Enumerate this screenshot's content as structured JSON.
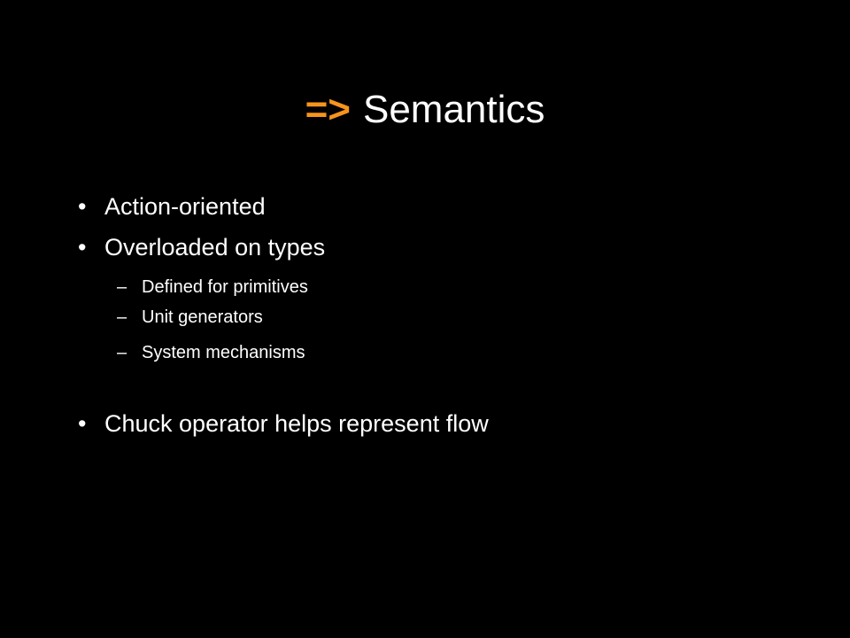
{
  "slide": {
    "title_operator": "=>",
    "title_text": "Semantics",
    "accent_color": "#f7941d",
    "background_color": "#000000",
    "text_color": "#ffffff",
    "bullet_glyph": "•",
    "dash_glyph": "–",
    "items": [
      {
        "level": 1,
        "text": "Action-oriented"
      },
      {
        "level": 1,
        "text": "Overloaded on types"
      },
      {
        "level": 2,
        "text": "Defined for primitives"
      },
      {
        "level": 2,
        "text": "Unit generators"
      },
      {
        "level": 2,
        "text": "System mechanisms"
      },
      {
        "level": 1,
        "text": "Chuck operator helps represent flow"
      }
    ]
  }
}
